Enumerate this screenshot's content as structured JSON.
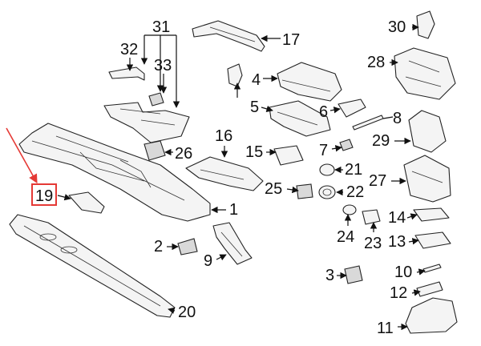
{
  "callouts": {
    "c1": "1",
    "c2": "2",
    "c3": "3",
    "c4": "4",
    "c5": "5",
    "c6": "6",
    "c7": "7",
    "c8": "8",
    "c9": "9",
    "c10": "10",
    "c11": "11",
    "c12": "12",
    "c13": "13",
    "c14": "14",
    "c15": "15",
    "c16": "16",
    "c17": "17",
    "c19": "19",
    "c20": "20",
    "c21": "21",
    "c22": "22",
    "c23": "23",
    "c24": "24",
    "c25": "25",
    "c26": "26",
    "c27": "27",
    "c28": "28",
    "c29": "29",
    "c30": "30",
    "c31": "31",
    "c32": "32",
    "c33": "33"
  },
  "highlight": {
    "label": "19",
    "color": "#e53935"
  }
}
